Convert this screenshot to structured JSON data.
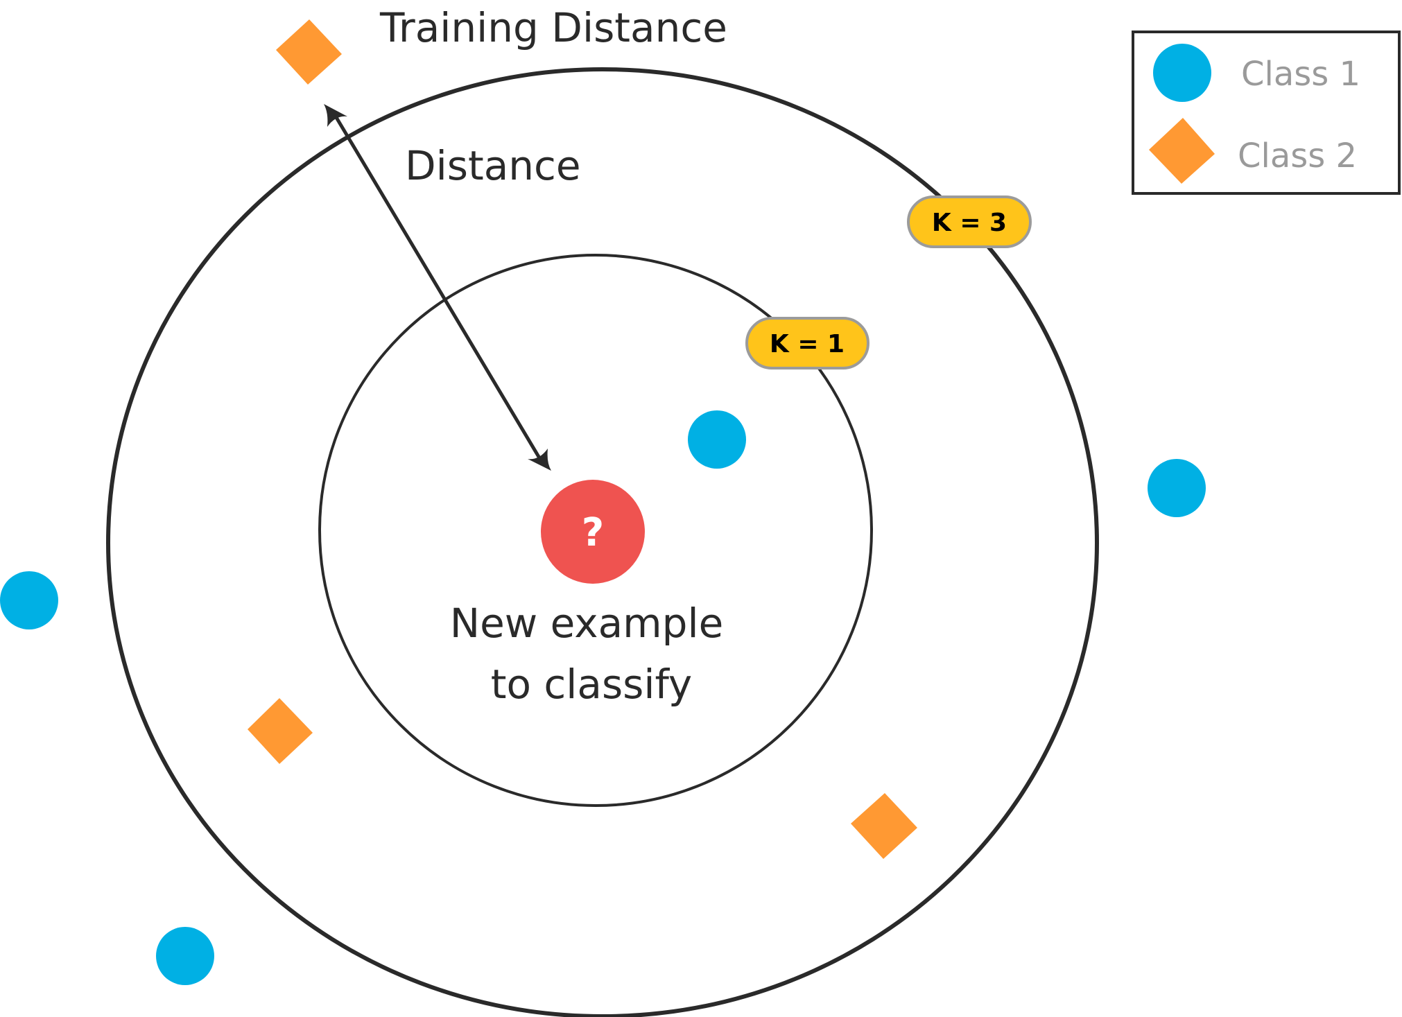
{
  "labels": {
    "training_distance": "Training Distance",
    "distance": "Distance",
    "new_example_line1": "New example",
    "new_example_line2": "to classify",
    "question_mark": "?"
  },
  "badges": {
    "k1": "K = 1",
    "k3": "K = 3"
  },
  "legend": {
    "class1": "Class 1",
    "class2": "Class 2"
  },
  "colors": {
    "class1": "#00b0e4",
    "class2": "#ff9933",
    "new_example": "#ef5350",
    "badge_fill": "#ffc41a",
    "badge_stroke": "#9b9b9b",
    "line": "#2a2a2a"
  },
  "icons": {
    "class1_marker": "circle",
    "class2_marker": "diamond",
    "new_example_marker": "circle-question"
  }
}
